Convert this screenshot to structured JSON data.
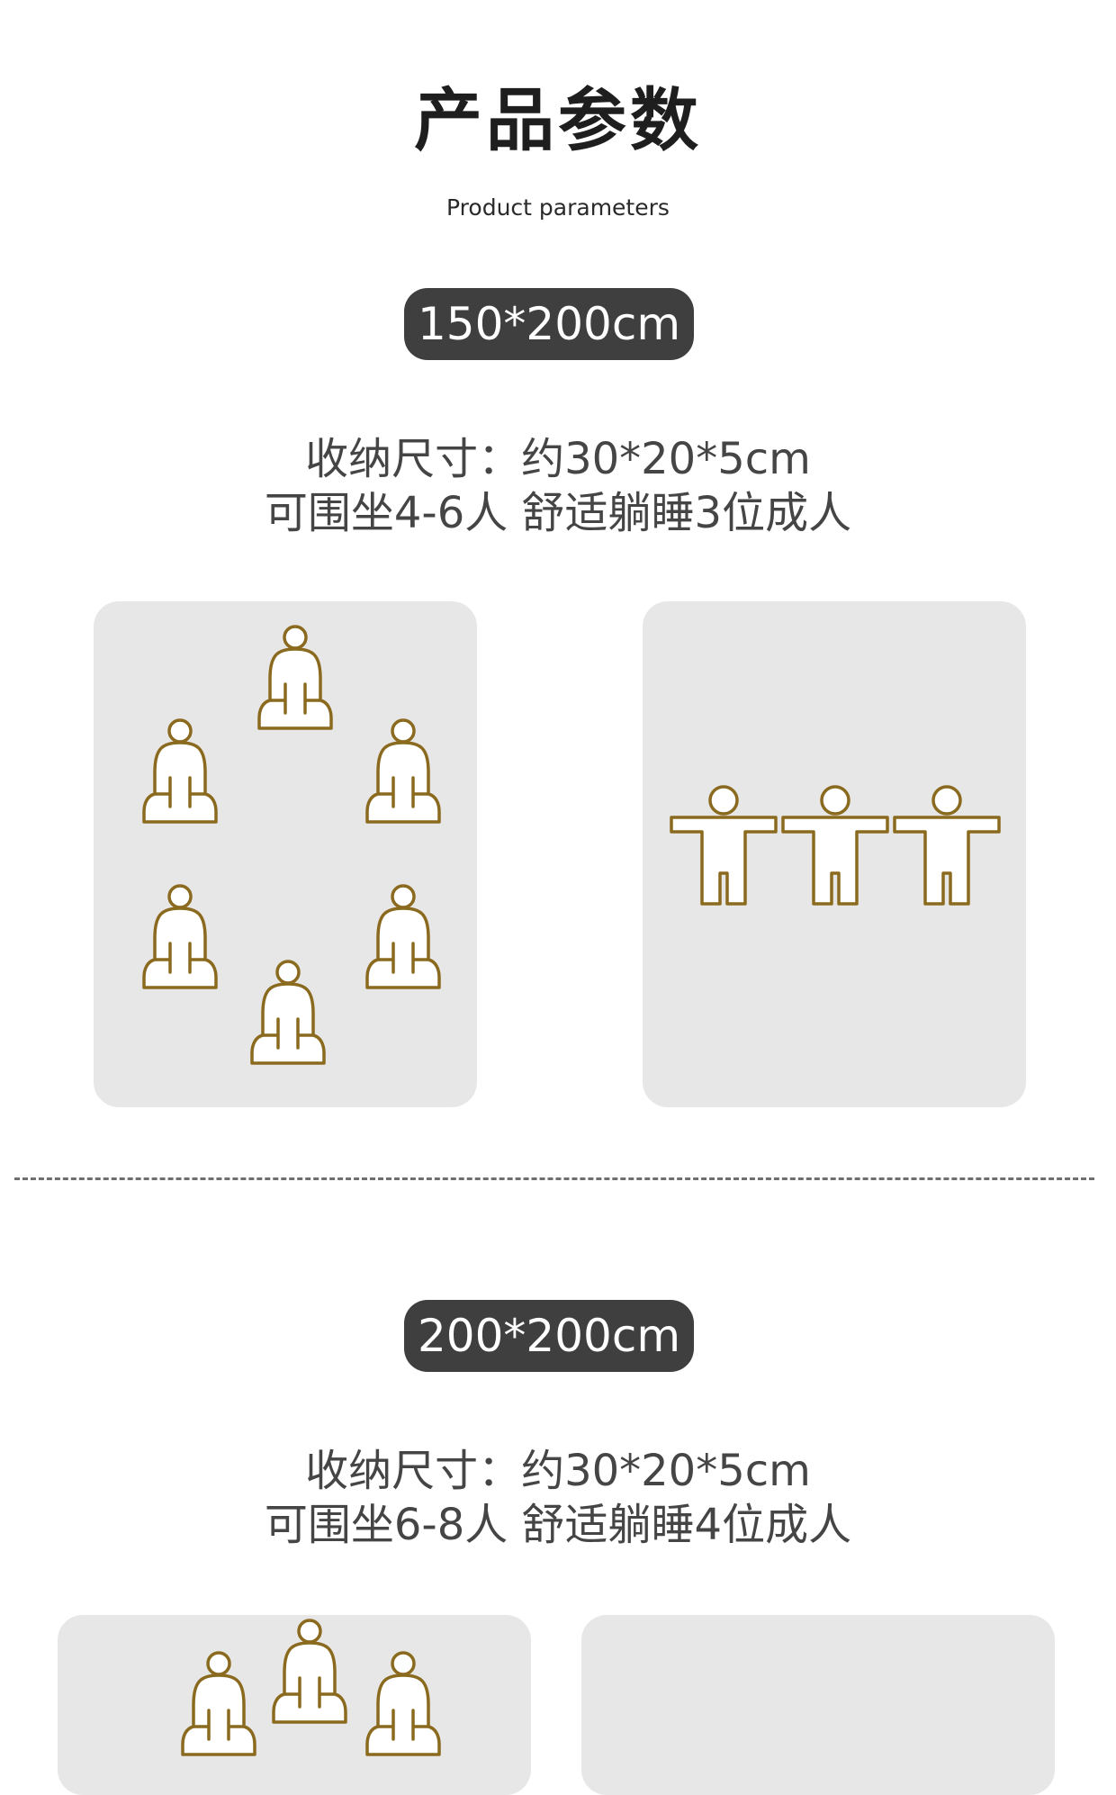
{
  "header": {
    "title": "产品参数",
    "subtitle": "Product parameters"
  },
  "colors": {
    "accent": "#8a6a1e",
    "badge": "#3f3f3f",
    "card": "#e7e7e7"
  },
  "sections": [
    {
      "size_label": "150*200cm",
      "storage_text": "收纳尺寸：约30*20*5cm",
      "capacity_text": "可围坐4-6人  舒适躺睡3位成人",
      "sitting_icon": "seated-person-icon",
      "lying_icon": "standing-person-arms-out-icon"
    },
    {
      "size_label": "200*200cm",
      "storage_text": "收纳尺寸：约30*20*5cm",
      "capacity_text": "可围坐6-8人  舒适躺睡4位成人",
      "sitting_icon": "seated-person-icon"
    }
  ]
}
